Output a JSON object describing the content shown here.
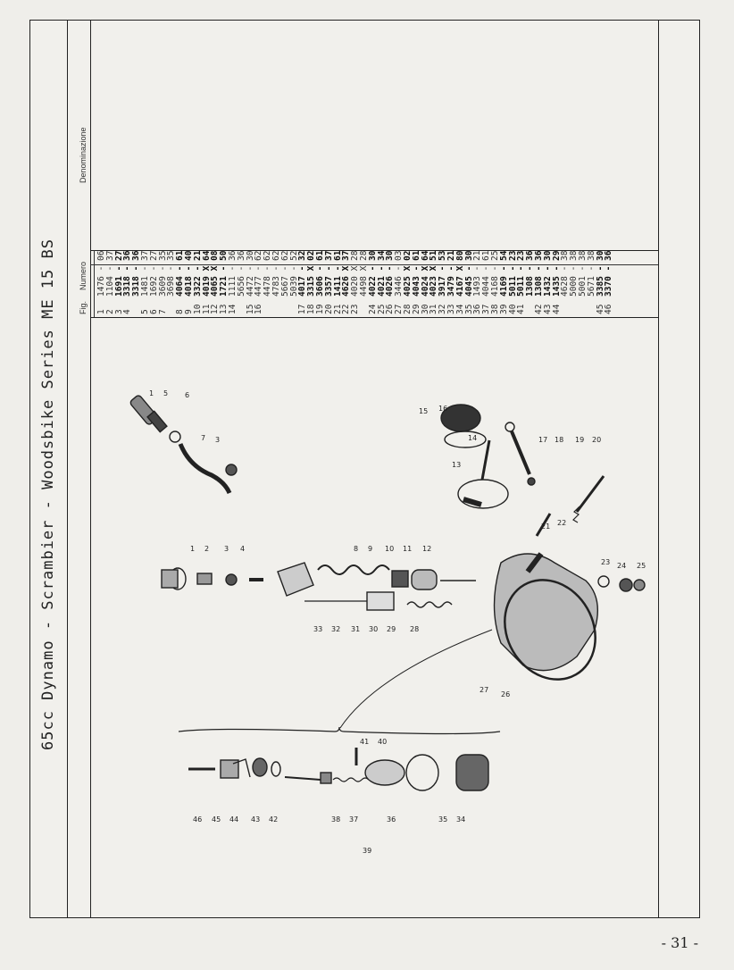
{
  "page": {
    "title": "65cc Dynamo - Scrambier - Woodsbike  Series ME  15  BS",
    "page_number": "- 31 -"
  },
  "table": {
    "headers": {
      "fig": "Fig.",
      "numero": "Numero",
      "denominazione": "Denominazione"
    },
    "rows": [
      {
        "fig": "1",
        "numero": "1476 - 06",
        "bold": false
      },
      {
        "fig": "2",
        "numero": "1104 - 37",
        "bold": false
      },
      {
        "fig": "3",
        "numero": "1691 - 27",
        "bold": true
      },
      {
        "fig": "4",
        "numero": "3318 - 36",
        "bold": true
      },
      {
        "fig": "",
        "numero": "3318 - 36",
        "bold": true
      },
      {
        "fig": "5",
        "numero": "1481 - 37",
        "bold": false
      },
      {
        "fig": "6",
        "numero": "1692 - 27",
        "bold": false
      },
      {
        "fig": "7",
        "numero": "3609 - 35",
        "bold": false
      },
      {
        "fig": "",
        "numero": "3698 - 35",
        "bold": false
      },
      {
        "fig": "8",
        "numero": "4064 - 61",
        "bold": true
      },
      {
        "fig": "9",
        "numero": "4018 - 40",
        "bold": true
      },
      {
        "fig": "10",
        "numero": "3322 - 21",
        "bold": true
      },
      {
        "fig": "11",
        "numero": "4019 X 64",
        "bold": true
      },
      {
        "fig": "12",
        "numero": "4065 X 08",
        "bold": true
      },
      {
        "fig": "13",
        "numero": "1721 - 50",
        "bold": true
      },
      {
        "fig": "14",
        "numero": "1111 - 36",
        "bold": false
      },
      {
        "fig": "",
        "numero": "5656 - 36",
        "bold": false
      },
      {
        "fig": "15",
        "numero": "4472 - 30",
        "bold": false
      },
      {
        "fig": "16",
        "numero": "4477 - 62",
        "bold": false
      },
      {
        "fig": "",
        "numero": "4478 - 62",
        "bold": false
      },
      {
        "fig": "",
        "numero": "4783 - 62",
        "bold": false
      },
      {
        "fig": "",
        "numero": "5667 - 62",
        "bold": false
      },
      {
        "fig": "",
        "numero": "5039 - 52",
        "bold": false
      },
      {
        "fig": "17",
        "numero": "4017 - 32",
        "bold": true
      },
      {
        "fig": "18",
        "numero": "3315 X 02",
        "bold": true
      },
      {
        "fig": "19",
        "numero": "3606 - 61",
        "bold": true
      },
      {
        "fig": "20",
        "numero": "3357 - 37",
        "bold": true
      },
      {
        "fig": "21",
        "numero": "1411 - 61",
        "bold": true
      },
      {
        "fig": "22",
        "numero": "4626 X 37",
        "bold": true
      },
      {
        "fig": "23",
        "numero": "4020 X 28",
        "bold": false
      },
      {
        "fig": "",
        "numero": "4498 X 28",
        "bold": false
      },
      {
        "fig": "24",
        "numero": "4022 - 30",
        "bold": true
      },
      {
        "fig": "25",
        "numero": "4021 - 34",
        "bold": true
      },
      {
        "fig": "26",
        "numero": "4026 - 30",
        "bold": true
      },
      {
        "fig": "27",
        "numero": "3446 - 03",
        "bold": false
      },
      {
        "fig": "28",
        "numero": "4025 X 02",
        "bold": true
      },
      {
        "fig": "29",
        "numero": "4043 - 61",
        "bold": true
      },
      {
        "fig": "30",
        "numero": "4024 X 64",
        "bold": true
      },
      {
        "fig": "31",
        "numero": "4023 X 51",
        "bold": true
      },
      {
        "fig": "32",
        "numero": "3917 - 53",
        "bold": true
      },
      {
        "fig": "33",
        "numero": "3479 - 21",
        "bold": true
      },
      {
        "fig": "34",
        "numero": "4167 X 80",
        "bold": true
      },
      {
        "fig": "35",
        "numero": "4045 - 30",
        "bold": true
      },
      {
        "fig": "36",
        "numero": "1493 - 21",
        "bold": false
      },
      {
        "fig": "37",
        "numero": "4044 - 61",
        "bold": false
      },
      {
        "fig": "38",
        "numero": "4168 - 25",
        "bold": false
      },
      {
        "fig": "39",
        "numero": "4169 - 54",
        "bold": true
      },
      {
        "fig": "40",
        "numero": "5011 - 23",
        "bold": true
      },
      {
        "fig": "41",
        "numero": "5011 - 23",
        "bold": true
      },
      {
        "fig": "",
        "numero": "1308 - 36",
        "bold": true
      },
      {
        "fig": "42",
        "numero": "1308 - 36",
        "bold": true
      },
      {
        "fig": "43",
        "numero": "1432 - 30",
        "bold": true
      },
      {
        "fig": "44",
        "numero": "1435 - 29",
        "bold": true
      },
      {
        "fig": "",
        "numero": "4628 - 38",
        "bold": false
      },
      {
        "fig": "",
        "numero": "5000 - 38",
        "bold": false
      },
      {
        "fig": "",
        "numero": "5001 - 38",
        "bold": false
      },
      {
        "fig": "",
        "numero": "5671 - 38",
        "bold": false
      },
      {
        "fig": "45",
        "numero": "3385 - 30",
        "bold": true
      },
      {
        "fig": "46",
        "numero": "3370 - 36",
        "bold": true
      }
    ]
  },
  "diagram": {
    "labels": [
      "1",
      "5",
      "6",
      "7",
      "3",
      "15",
      "16",
      "17",
      "18",
      "19",
      "20",
      "13",
      "14",
      "21",
      "22",
      "23",
      "24",
      "25",
      "1",
      "2",
      "3",
      "4",
      "8",
      "9",
      "10",
      "11",
      "12",
      "33",
      "32",
      "31",
      "30",
      "29",
      "28",
      "27",
      "26",
      "41",
      "40",
      "46",
      "45",
      "44",
      "43",
      "42",
      "38",
      "37",
      "36",
      "35",
      "34",
      "39"
    ]
  }
}
